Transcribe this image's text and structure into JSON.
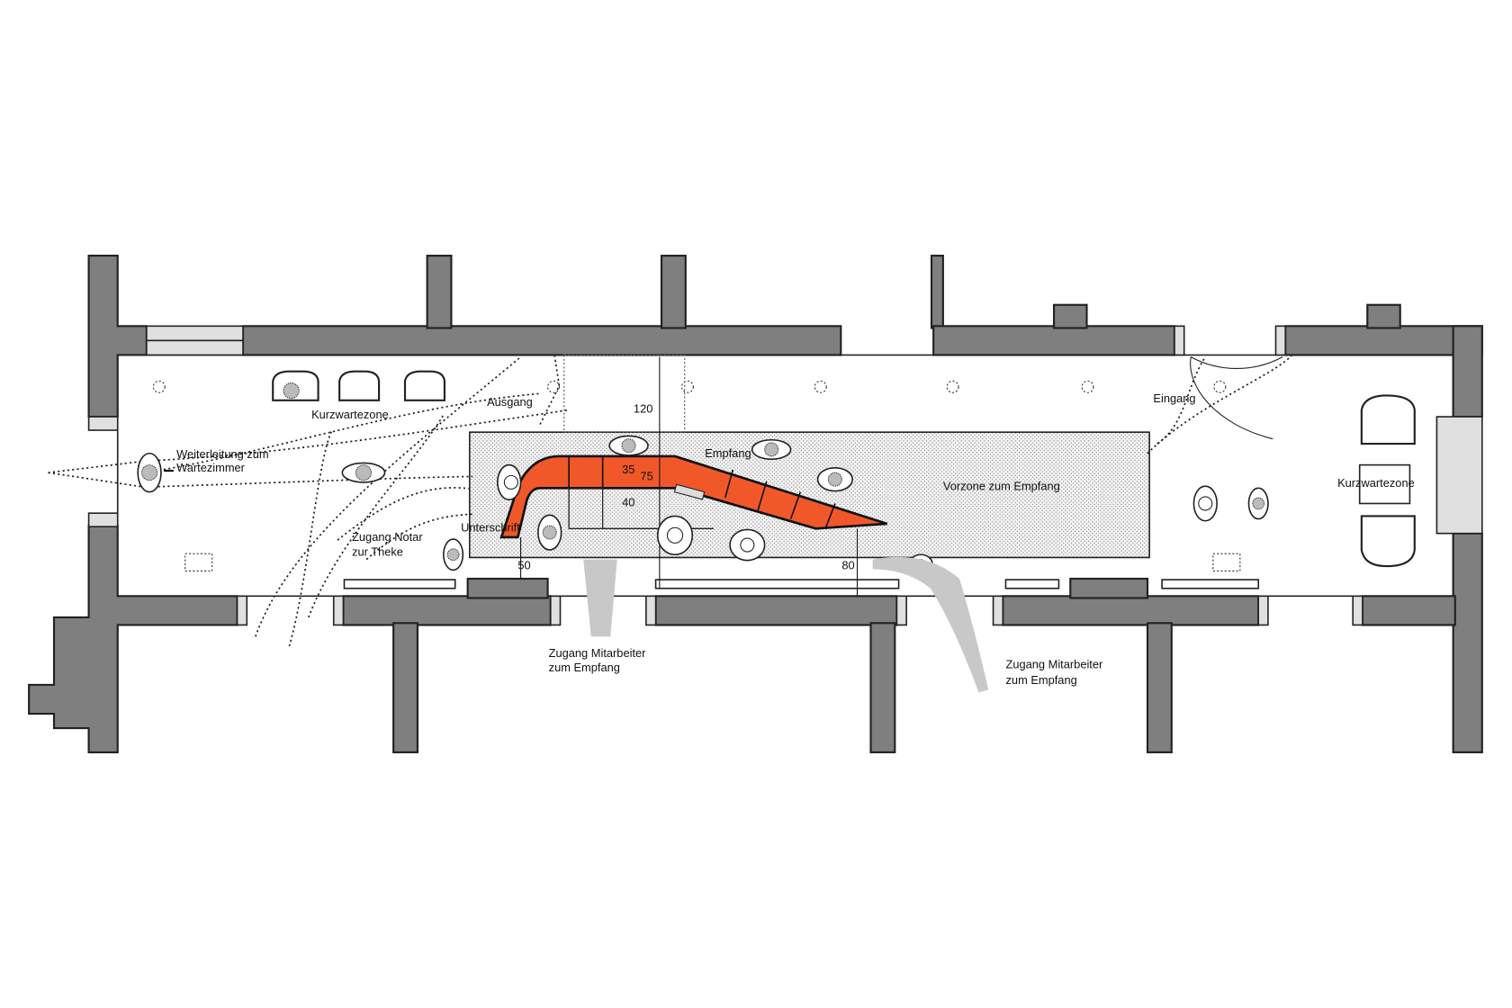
{
  "plan": {
    "labels": {
      "kurzwartezone_left": "Kurzwartezone",
      "kurzwartezone_right": "Kurzwartezone",
      "ausgang": "Ausgang",
      "eingang": "Eingang",
      "weiterleitung_1": "Weiterleitung zum",
      "weiterleitung_2": "Wartezimmer",
      "zugang_notar_1": "Zugang Notar",
      "zugang_notar_2": "zur Theke",
      "unterschrift": "Unterschrift",
      "empfang": "Empfang",
      "vorzone": "Vorzone zum Empfang",
      "mitarbeiter_a_1": "Zugang Mitarbeiter",
      "mitarbeiter_a_2": "zum Empfang",
      "mitarbeiter_b_1": "Zugang Mitarbeiter",
      "mitarbeiter_b_2": "zum Empfang"
    },
    "dimensions": {
      "d120": "120",
      "d35": "35",
      "d75": "75",
      "d40": "40",
      "d50": "50",
      "d80": "80"
    },
    "colors": {
      "counter": "#f0582a",
      "wall": "#7f7f7f",
      "access_arrow": "#c8c8c8"
    }
  }
}
